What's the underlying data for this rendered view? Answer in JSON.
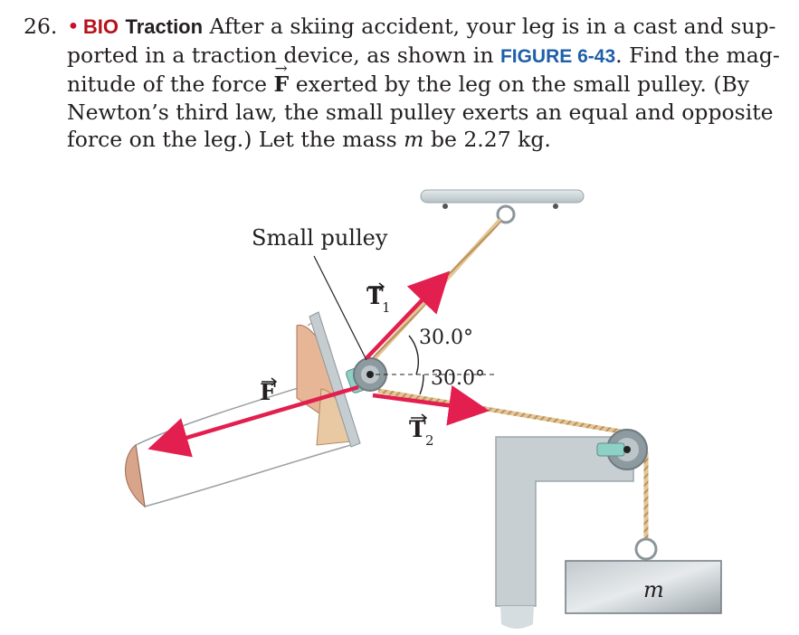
{
  "problem": {
    "number": "26.",
    "bullet": "•",
    "tag": "BIO",
    "title": "Traction",
    "text_1": " After a skiing accident, your leg is in a cast and sup-ported in a traction device, as shown in ",
    "figure_ref": "FIGURE 6-43",
    "text_2": ". Find the mag-nitude of the force ",
    "force_symbol": "F",
    "text_3": " exerted by the leg on the small pulley. (By Newton’s third law, the small pulley exerts an equal and opposite force on the leg.) Let the mass ",
    "mass_symbol": "m",
    "text_4": " be 2.27 kg."
  },
  "figure": {
    "small_pulley_label": "Small pulley",
    "t1_label": "T",
    "t1_sub": "1",
    "t2_label": "T",
    "t2_sub": "2",
    "f_label": "F",
    "angle_upper": "30.0°",
    "angle_lower": "30.0°",
    "mass_label": "m",
    "colors": {
      "force_arrow": "#e21f4f",
      "rope": "#d9b98a",
      "bracket": "#c7cfd3",
      "pulley": "#9aa7ad",
      "pulley_axle": "#8ecfc6",
      "cast": "#ffffff"
    }
  }
}
